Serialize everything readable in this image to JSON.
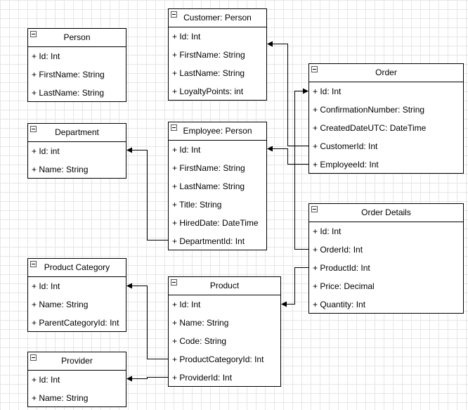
{
  "entities": {
    "person": {
      "title": "Person",
      "fields": [
        "Id: Int",
        "FirstName: String",
        "LastName: String"
      ]
    },
    "customer": {
      "title": "Customer: Person",
      "fields": [
        "Id: Int",
        "FirstName: String",
        "LastName: String",
        "LoyaltyPoints: int"
      ]
    },
    "order": {
      "title": "Order",
      "fields": [
        "Id: Int",
        "ConfirmationNumber: String",
        "CreatedDateUTC: DateTime",
        "CustomerId: Int",
        "EmployeeId: Int"
      ]
    },
    "department": {
      "title": "Department",
      "fields": [
        "Id: int",
        "Name: String"
      ]
    },
    "employee": {
      "title": "Employee: Person",
      "fields": [
        "Id: Int",
        "FirstName: String",
        "LastName: String",
        "Title: String",
        "HiredDate: DateTime",
        "DepartmentId: Int"
      ]
    },
    "order_details": {
      "title": "Order Details",
      "fields": [
        "Id: Int",
        "OrderId: Int",
        "ProductId: Int",
        "Price: Decimal",
        "Quantity: Int"
      ]
    },
    "product_category": {
      "title": "Product Category",
      "fields": [
        "Id: Int",
        "Name: String",
        "ParentCategoryId: Int"
      ]
    },
    "product": {
      "title": "Product",
      "fields": [
        "Id: Int",
        "Name: String",
        "Code: String",
        "ProductCategoryId: Int",
        "ProviderId: Int"
      ]
    },
    "provider": {
      "title": "Provider",
      "fields": [
        "Id: Int",
        "Name: String"
      ]
    }
  }
}
